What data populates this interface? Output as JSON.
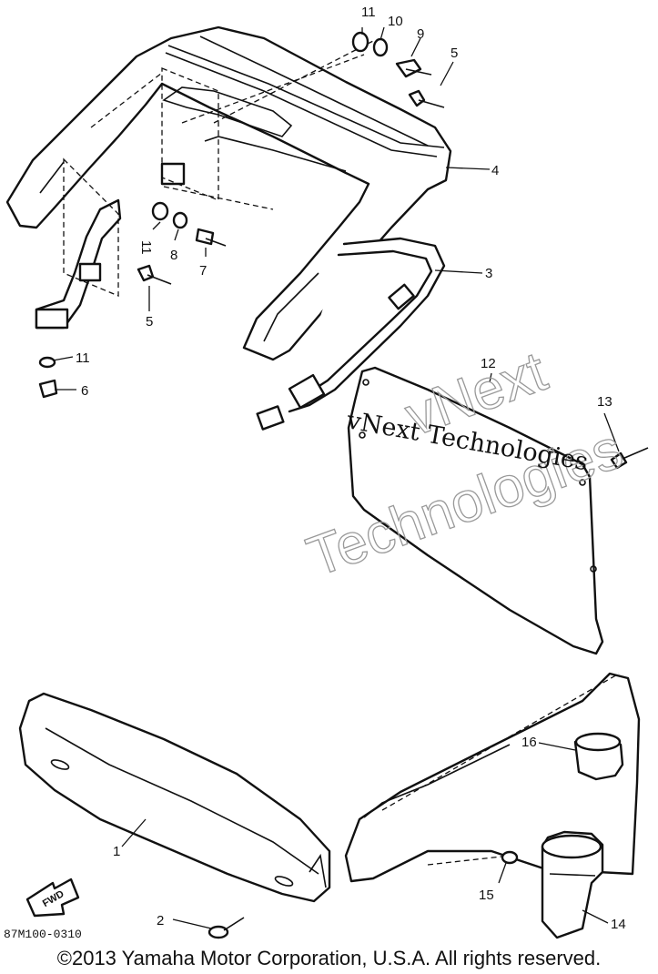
{
  "callouts": [
    {
      "id": "c1",
      "label": "1"
    },
    {
      "id": "c2",
      "label": "2"
    },
    {
      "id": "c3",
      "label": "3"
    },
    {
      "id": "c4",
      "label": "4"
    },
    {
      "id": "c5a",
      "label": "5"
    },
    {
      "id": "c5b",
      "label": "5"
    },
    {
      "id": "c6",
      "label": "6"
    },
    {
      "id": "c7",
      "label": "7"
    },
    {
      "id": "c8",
      "label": "8"
    },
    {
      "id": "c9",
      "label": "9"
    },
    {
      "id": "c10",
      "label": "10"
    },
    {
      "id": "c11a",
      "label": "11"
    },
    {
      "id": "c11b",
      "label": "11"
    },
    {
      "id": "c11c",
      "label": "11"
    },
    {
      "id": "c12",
      "label": "12"
    },
    {
      "id": "c13",
      "label": "13"
    },
    {
      "id": "c14",
      "label": "14"
    },
    {
      "id": "c15",
      "label": "15"
    },
    {
      "id": "c16",
      "label": "16"
    }
  ],
  "watermark": {
    "line1": "vNext Technologies",
    "outline1": "vNext",
    "outline2": "Technologies"
  },
  "fwd_label": "FWD",
  "diagram_code": "87M100-0310",
  "copyright": "©2013 Yamaha Motor Corporation, U.S.A. All rights reserved."
}
